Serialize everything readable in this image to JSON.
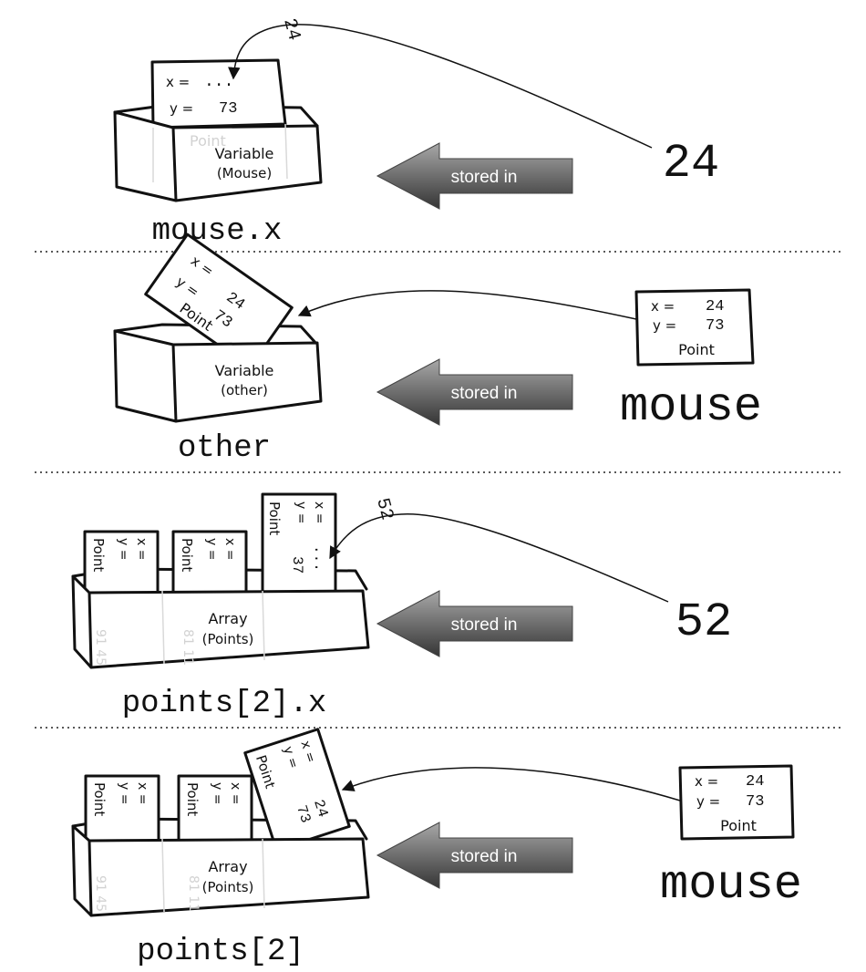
{
  "colors": {
    "arrow_light": "#9a9a9a",
    "arrow_dark": "#3a3a3a",
    "ink": "#111111",
    "ghost": "#d2d2d2"
  },
  "arrow_label": "stored in",
  "panels": [
    {
      "container_title": "Variable",
      "container_sub": "(Mouse)",
      "ghost_label": "Point",
      "card": {
        "x_label": "x =",
        "x_value": "...",
        "y_label": "y =",
        "y_value": "73"
      },
      "expression": "mouse.x",
      "incoming_value": "24",
      "arrow_tag": "24"
    },
    {
      "container_title": "Variable",
      "container_sub": "(other)",
      "card": {
        "x_label": "x =",
        "x_value": "24",
        "y_label": "y =",
        "y_value": "73",
        "name": "Point"
      },
      "expression": "other",
      "source_card": {
        "x_label": "x =",
        "x_value": "24",
        "y_label": "y =",
        "y_value": "73",
        "name": "Point"
      },
      "incoming_value": "mouse"
    },
    {
      "container_title": "Array",
      "container_sub": "(Points)",
      "cards": [
        {
          "x_label": "x =",
          "y_label": "y =",
          "name": "Point",
          "ghost_values": "91 45"
        },
        {
          "x_label": "x =",
          "y_label": "y =",
          "name": "Point",
          "ghost_values": "81 11"
        },
        {
          "x_label": "x =",
          "x_value": "...",
          "y_label": "y =",
          "y_value": "37",
          "name": "Point"
        }
      ],
      "expression": "points[2].x",
      "incoming_value": "52",
      "arrow_tag": "52"
    },
    {
      "container_title": "Array",
      "container_sub": "(Points)",
      "cards": [
        {
          "x_label": "x =",
          "y_label": "y =",
          "name": "Point",
          "ghost_values": "91 45"
        },
        {
          "x_label": "x =",
          "y_label": "y =",
          "name": "Point",
          "ghost_values": "81 11"
        },
        {
          "x_label": "x =",
          "x_value": "24",
          "y_label": "y =",
          "y_value": "73",
          "name": "Point"
        }
      ],
      "expression": "points[2]",
      "source_card": {
        "x_label": "x =",
        "x_value": "24",
        "y_label": "y =",
        "y_value": "73",
        "name": "Point"
      },
      "incoming_value": "mouse"
    }
  ]
}
